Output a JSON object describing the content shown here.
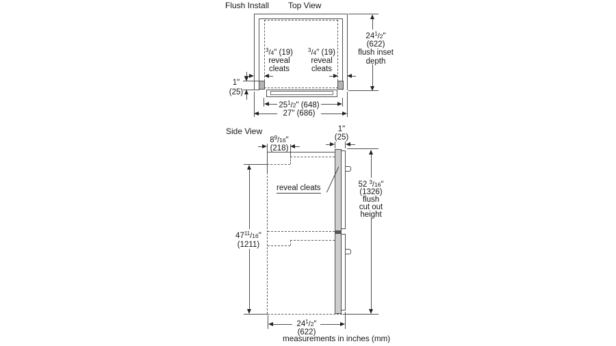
{
  "title": "Flush Install",
  "colors": {
    "line": "#4d4d4d",
    "dimension": "#222222",
    "text": "#141414",
    "door_fill": "#cdcdcd",
    "cleat_fill": "#b3b3b3"
  },
  "top_view": {
    "label": "Top View",
    "cleat_left": {
      "frac": {
        "w": "",
        "n": "3",
        "sl": "/",
        "d": "4",
        "s": "\" (19)"
      },
      "line2": "reveal",
      "line3": "cleats"
    },
    "cleat_right": {
      "frac": {
        "w": "",
        "n": "3",
        "sl": "/",
        "d": "4",
        "s": "\" (19)"
      },
      "line2": "reveal",
      "line3": "cleats"
    },
    "cleat_depth": {
      "in": "1\"",
      "mm": "(25)"
    },
    "opening_width": {
      "frac": {
        "w": "25",
        "n": "1",
        "sl": "/",
        "d": "2",
        "s": "\" (648)"
      }
    },
    "overall_width": "27\" (686)",
    "inset_depth": {
      "frac": {
        "w": "24",
        "n": "1",
        "sl": "/",
        "d": "2",
        "s": "\""
      },
      "mm": "(622)",
      "cap1": "flush inset",
      "cap2": "depth"
    }
  },
  "side_view": {
    "label": "Side View",
    "top_recess": {
      "frac": {
        "w": "8",
        "n": "9",
        "sl": "/",
        "d": "16",
        "s": "\""
      },
      "mm": "(218)"
    },
    "front_thickness": {
      "in": "1\"",
      "mm": "(25)"
    },
    "reveal_cleats": "reveal cleats",
    "cutout_height": {
      "frac": {
        "w": "52 ",
        "n": "3",
        "sl": "/",
        "d": "16",
        "s": "\""
      },
      "mm": "(1326)",
      "cap1": "flush",
      "cap2": "cut out",
      "cap3": "height"
    },
    "interior_height": {
      "frac": {
        "w": "47",
        "n": "11",
        "sl": "/",
        "d": "16",
        "s": "\""
      },
      "mm": "(1211)"
    },
    "inset_depth": {
      "frac": {
        "w": "24",
        "n": "1",
        "sl": "/",
        "d": "2",
        "s": "\""
      },
      "mm": "(622)"
    }
  },
  "footer": "measurements in inches (mm)"
}
